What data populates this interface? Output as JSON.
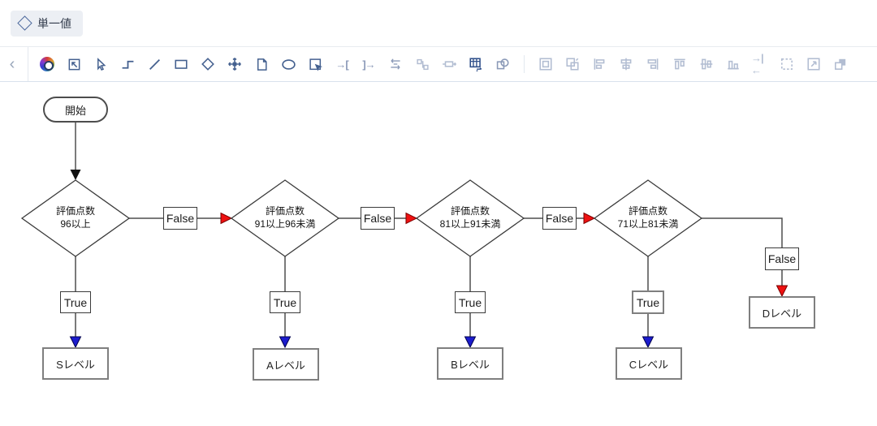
{
  "tab": {
    "label": "単一値"
  },
  "toolbar": {
    "back": "‹",
    "glyphs": {
      "insert_before": "→[",
      "insert_after": "]→",
      "swap": "⇄",
      "distribute": "→|←"
    },
    "icons": [
      "color-wheel",
      "select-area",
      "pointer",
      "elbow-connector",
      "line",
      "rectangle",
      "diamond",
      "move",
      "page",
      "ellipse",
      "lasso-select",
      "insert-before",
      "insert-after",
      "swap",
      "link-shapes",
      "expand-width",
      "table-reorder",
      "combine-shapes",
      "group",
      "ungroup",
      "align-left",
      "align-center",
      "align-right",
      "align-top",
      "align-middle",
      "align-bottom",
      "distribute",
      "match-size",
      "resize",
      "arrange-order"
    ]
  },
  "flow": {
    "start_label": "開始",
    "decisions": [
      {
        "line1": "評価点数",
        "line2": "96以上"
      },
      {
        "line1": "評価点数",
        "line2": "91以上96未満"
      },
      {
        "line1": "評価点数",
        "line2": "81以上91未満"
      },
      {
        "line1": "評価点数",
        "line2": "71以上81未満"
      }
    ],
    "edge_labels": {
      "true": "True",
      "false": "False"
    },
    "levels": [
      {
        "label": "Sレベル"
      },
      {
        "label": "Aレベル"
      },
      {
        "label": "Bレベル"
      },
      {
        "label": "Cレベル"
      },
      {
        "label": "Dレベル"
      }
    ]
  },
  "colors": {
    "accent_icon": "#44608f",
    "true_arrow": "#1c1ccd",
    "false_arrow": "#ee1111",
    "start_arrow": "#111111",
    "connector": "#4f4f4f"
  }
}
